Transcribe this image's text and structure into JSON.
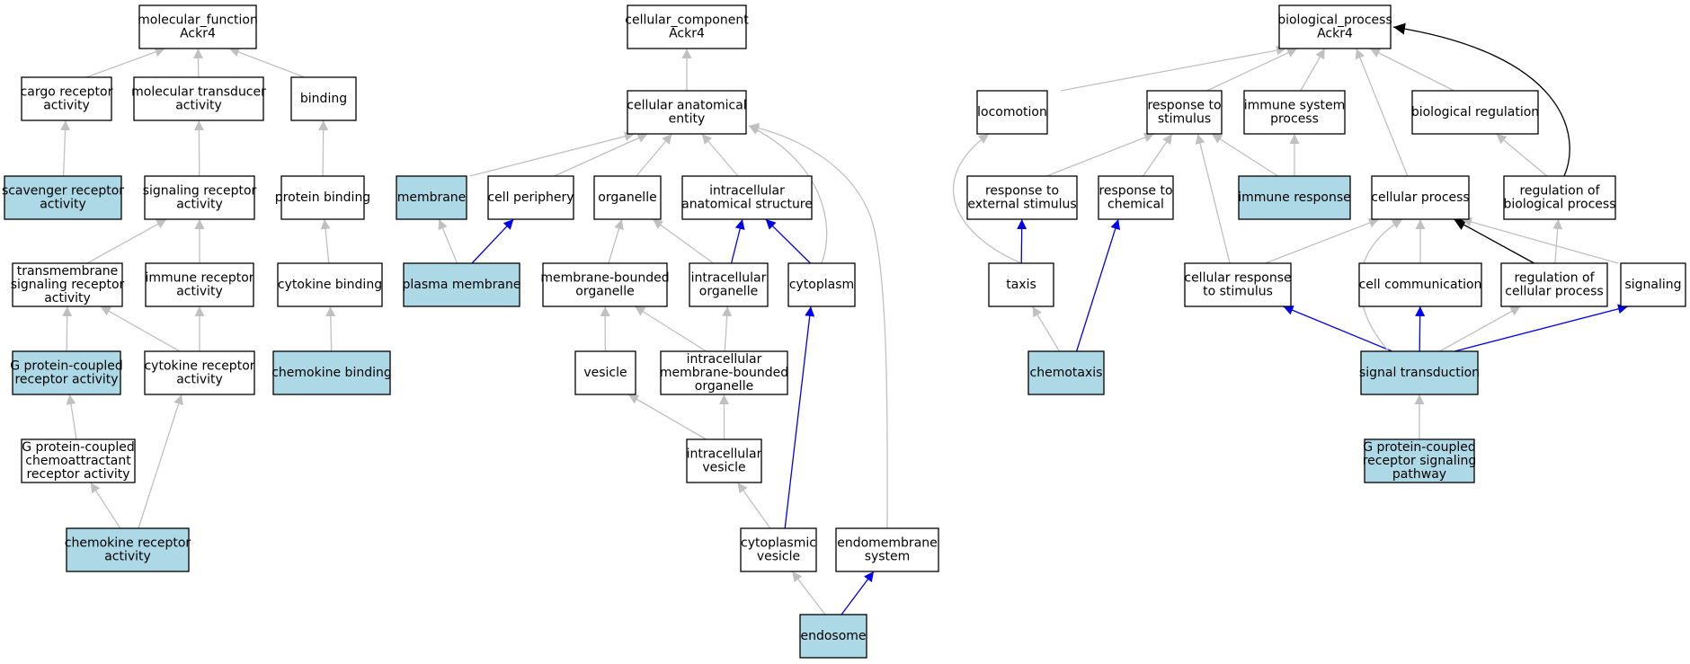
{
  "colors": {
    "highlight_fill": "#add8e6",
    "plain_fill": "#ffffff",
    "edge_default": "#c0c0c0",
    "edge_blue": "#0000ee",
    "edge_black": "#000000",
    "border": "#000000"
  },
  "nodes": [
    {
      "id": "mf",
      "lines": [
        "molecular_function",
        "Ackr4"
      ],
      "highlight": false
    },
    {
      "id": "cargo",
      "lines": [
        "cargo receptor",
        "activity"
      ],
      "highlight": false
    },
    {
      "id": "moltrans",
      "lines": [
        "molecular transducer",
        "activity"
      ],
      "highlight": false
    },
    {
      "id": "binding",
      "lines": [
        "binding"
      ],
      "highlight": false
    },
    {
      "id": "scav",
      "lines": [
        "scavenger receptor",
        "activity"
      ],
      "highlight": true
    },
    {
      "id": "sigrec",
      "lines": [
        "signaling receptor",
        "activity"
      ],
      "highlight": false
    },
    {
      "id": "protbind",
      "lines": [
        "protein binding"
      ],
      "highlight": false
    },
    {
      "id": "tmsig",
      "lines": [
        "transmembrane",
        "signaling receptor",
        "activity"
      ],
      "highlight": false
    },
    {
      "id": "immrec",
      "lines": [
        "immune receptor",
        "activity"
      ],
      "highlight": false
    },
    {
      "id": "cytbind",
      "lines": [
        "cytokine binding"
      ],
      "highlight": false
    },
    {
      "id": "gpcr",
      "lines": [
        "G protein-coupled",
        "receptor activity"
      ],
      "highlight": true
    },
    {
      "id": "cytrec",
      "lines": [
        "cytokine receptor",
        "activity"
      ],
      "highlight": false
    },
    {
      "id": "chemobind",
      "lines": [
        "chemokine binding"
      ],
      "highlight": true
    },
    {
      "id": "gpcrchemo",
      "lines": [
        "G protein-coupled",
        "chemoattractant",
        "receptor activity"
      ],
      "highlight": false
    },
    {
      "id": "chemorec",
      "lines": [
        "chemokine receptor",
        "activity"
      ],
      "highlight": true
    },
    {
      "id": "cc",
      "lines": [
        "cellular_component",
        "Ackr4"
      ],
      "highlight": false
    },
    {
      "id": "cae",
      "lines": [
        "cellular anatomical",
        "entity"
      ],
      "highlight": false
    },
    {
      "id": "membrane",
      "lines": [
        "membrane"
      ],
      "highlight": true
    },
    {
      "id": "cellper",
      "lines": [
        "cell periphery"
      ],
      "highlight": false
    },
    {
      "id": "organelle",
      "lines": [
        "organelle"
      ],
      "highlight": false
    },
    {
      "id": "ias",
      "lines": [
        "intracellular",
        "anatomical structure"
      ],
      "highlight": false
    },
    {
      "id": "plasma",
      "lines": [
        "plasma membrane"
      ],
      "highlight": true
    },
    {
      "id": "mbo",
      "lines": [
        "membrane-bounded",
        "organelle"
      ],
      "highlight": false
    },
    {
      "id": "io",
      "lines": [
        "intracellular",
        "organelle"
      ],
      "highlight": false
    },
    {
      "id": "cytoplasm",
      "lines": [
        "cytoplasm"
      ],
      "highlight": false
    },
    {
      "id": "vesicle",
      "lines": [
        "vesicle"
      ],
      "highlight": false
    },
    {
      "id": "imbo",
      "lines": [
        "intracellular",
        "membrane-bounded",
        "organelle"
      ],
      "highlight": false
    },
    {
      "id": "iv",
      "lines": [
        "intracellular",
        "vesicle"
      ],
      "highlight": false
    },
    {
      "id": "cytves",
      "lines": [
        "cytoplasmic",
        "vesicle"
      ],
      "highlight": false
    },
    {
      "id": "endomem",
      "lines": [
        "endomembrane",
        "system"
      ],
      "highlight": false
    },
    {
      "id": "endosome",
      "lines": [
        "endosome"
      ],
      "highlight": true
    },
    {
      "id": "bp",
      "lines": [
        "biological_process",
        "Ackr4"
      ],
      "highlight": false
    },
    {
      "id": "locomotion",
      "lines": [
        "locomotion"
      ],
      "highlight": false
    },
    {
      "id": "respstim",
      "lines": [
        "response to",
        "stimulus"
      ],
      "highlight": false
    },
    {
      "id": "immsys",
      "lines": [
        "immune system",
        "process"
      ],
      "highlight": false
    },
    {
      "id": "bioreg",
      "lines": [
        "biological regulation"
      ],
      "highlight": false
    },
    {
      "id": "respext",
      "lines": [
        "response to",
        "external stimulus"
      ],
      "highlight": false
    },
    {
      "id": "respchem",
      "lines": [
        "response to",
        "chemical"
      ],
      "highlight": false
    },
    {
      "id": "immresp",
      "lines": [
        "immune response"
      ],
      "highlight": true
    },
    {
      "id": "cellproc",
      "lines": [
        "cellular process"
      ],
      "highlight": false
    },
    {
      "id": "regbio",
      "lines": [
        "regulation of",
        "biological process"
      ],
      "highlight": false
    },
    {
      "id": "taxis",
      "lines": [
        "taxis"
      ],
      "highlight": false
    },
    {
      "id": "cellresp",
      "lines": [
        "cellular response",
        "to stimulus"
      ],
      "highlight": false
    },
    {
      "id": "cellcomm",
      "lines": [
        "cell communication"
      ],
      "highlight": false
    },
    {
      "id": "regcell",
      "lines": [
        "regulation of",
        "cellular process"
      ],
      "highlight": false
    },
    {
      "id": "signaling",
      "lines": [
        "signaling"
      ],
      "highlight": false
    },
    {
      "id": "chemotaxis",
      "lines": [
        "chemotaxis"
      ],
      "highlight": true
    },
    {
      "id": "sigtrans",
      "lines": [
        "signal transduction"
      ],
      "highlight": true
    },
    {
      "id": "gpcrsig",
      "lines": [
        "G protein-coupled",
        "receptor signaling",
        "pathway"
      ],
      "highlight": true
    }
  ],
  "edges": [
    {
      "from": "cargo",
      "to": "mf",
      "kind": "default"
    },
    {
      "from": "moltrans",
      "to": "mf",
      "kind": "default"
    },
    {
      "from": "binding",
      "to": "mf",
      "kind": "default"
    },
    {
      "from": "scav",
      "to": "cargo",
      "kind": "default"
    },
    {
      "from": "sigrec",
      "to": "moltrans",
      "kind": "default"
    },
    {
      "from": "protbind",
      "to": "binding",
      "kind": "default"
    },
    {
      "from": "tmsig",
      "to": "sigrec",
      "kind": "default"
    },
    {
      "from": "immrec",
      "to": "sigrec",
      "kind": "default"
    },
    {
      "from": "cytbind",
      "to": "protbind",
      "kind": "default"
    },
    {
      "from": "gpcr",
      "to": "tmsig",
      "kind": "default"
    },
    {
      "from": "cytrec",
      "to": "tmsig",
      "kind": "default"
    },
    {
      "from": "cytrec",
      "to": "immrec",
      "kind": "default"
    },
    {
      "from": "chemobind",
      "to": "cytbind",
      "kind": "default"
    },
    {
      "from": "gpcrchemo",
      "to": "gpcr",
      "kind": "default"
    },
    {
      "from": "chemorec",
      "to": "gpcrchemo",
      "kind": "default"
    },
    {
      "from": "chemorec",
      "to": "cytrec",
      "kind": "default"
    },
    {
      "from": "cae",
      "to": "cc",
      "kind": "default"
    },
    {
      "from": "membrane",
      "to": "cae",
      "kind": "default"
    },
    {
      "from": "cellper",
      "to": "cae",
      "kind": "default"
    },
    {
      "from": "organelle",
      "to": "cae",
      "kind": "default"
    },
    {
      "from": "ias",
      "to": "cae",
      "kind": "default"
    },
    {
      "from": "cytoplasm",
      "to": "cae",
      "kind": "default"
    },
    {
      "from": "endomem",
      "to": "cae",
      "kind": "default"
    },
    {
      "from": "plasma",
      "to": "membrane",
      "kind": "default"
    },
    {
      "from": "plasma",
      "to": "cellper",
      "kind": "blue"
    },
    {
      "from": "mbo",
      "to": "organelle",
      "kind": "default"
    },
    {
      "from": "io",
      "to": "organelle",
      "kind": "default"
    },
    {
      "from": "io",
      "to": "ias",
      "kind": "blue"
    },
    {
      "from": "cytoplasm",
      "to": "ias",
      "kind": "blue"
    },
    {
      "from": "vesicle",
      "to": "mbo",
      "kind": "default"
    },
    {
      "from": "imbo",
      "to": "mbo",
      "kind": "default"
    },
    {
      "from": "imbo",
      "to": "io",
      "kind": "default"
    },
    {
      "from": "iv",
      "to": "vesicle",
      "kind": "default"
    },
    {
      "from": "iv",
      "to": "imbo",
      "kind": "default"
    },
    {
      "from": "cytves",
      "to": "iv",
      "kind": "default"
    },
    {
      "from": "cytves",
      "to": "cytoplasm",
      "kind": "blue"
    },
    {
      "from": "endosome",
      "to": "cytves",
      "kind": "default"
    },
    {
      "from": "endosome",
      "to": "endomem",
      "kind": "blue"
    },
    {
      "from": "locomotion",
      "to": "bp",
      "kind": "default"
    },
    {
      "from": "respstim",
      "to": "bp",
      "kind": "default"
    },
    {
      "from": "immsys",
      "to": "bp",
      "kind": "default"
    },
    {
      "from": "bioreg",
      "to": "bp",
      "kind": "default"
    },
    {
      "from": "cellproc",
      "to": "bp",
      "kind": "default"
    },
    {
      "from": "regbio",
      "to": "bp",
      "kind": "black"
    },
    {
      "from": "respext",
      "to": "respstim",
      "kind": "default"
    },
    {
      "from": "respchem",
      "to": "respstim",
      "kind": "default"
    },
    {
      "from": "immresp",
      "to": "respstim",
      "kind": "default"
    },
    {
      "from": "immresp",
      "to": "immsys",
      "kind": "default"
    },
    {
      "from": "regbio",
      "to": "bioreg",
      "kind": "default"
    },
    {
      "from": "taxis",
      "to": "locomotion",
      "kind": "default"
    },
    {
      "from": "taxis",
      "to": "respext",
      "kind": "blue"
    },
    {
      "from": "cellresp",
      "to": "respstim",
      "kind": "default"
    },
    {
      "from": "cellresp",
      "to": "cellproc",
      "kind": "default"
    },
    {
      "from": "cellcomm",
      "to": "cellproc",
      "kind": "default"
    },
    {
      "from": "regcell",
      "to": "cellproc",
      "kind": "black"
    },
    {
      "from": "regcell",
      "to": "regbio",
      "kind": "default"
    },
    {
      "from": "signaling",
      "to": "cellproc",
      "kind": "default"
    },
    {
      "from": "chemotaxis",
      "to": "taxis",
      "kind": "default"
    },
    {
      "from": "chemotaxis",
      "to": "respchem",
      "kind": "blue"
    },
    {
      "from": "sigtrans",
      "to": "cellresp",
      "kind": "blue"
    },
    {
      "from": "sigtrans",
      "to": "cellcomm",
      "kind": "blue"
    },
    {
      "from": "sigtrans",
      "to": "signaling",
      "kind": "blue"
    },
    {
      "from": "sigtrans",
      "to": "regcell",
      "kind": "default"
    },
    {
      "from": "sigtrans",
      "to": "cellproc",
      "kind": "default"
    },
    {
      "from": "gpcrsig",
      "to": "sigtrans",
      "kind": "default"
    }
  ]
}
